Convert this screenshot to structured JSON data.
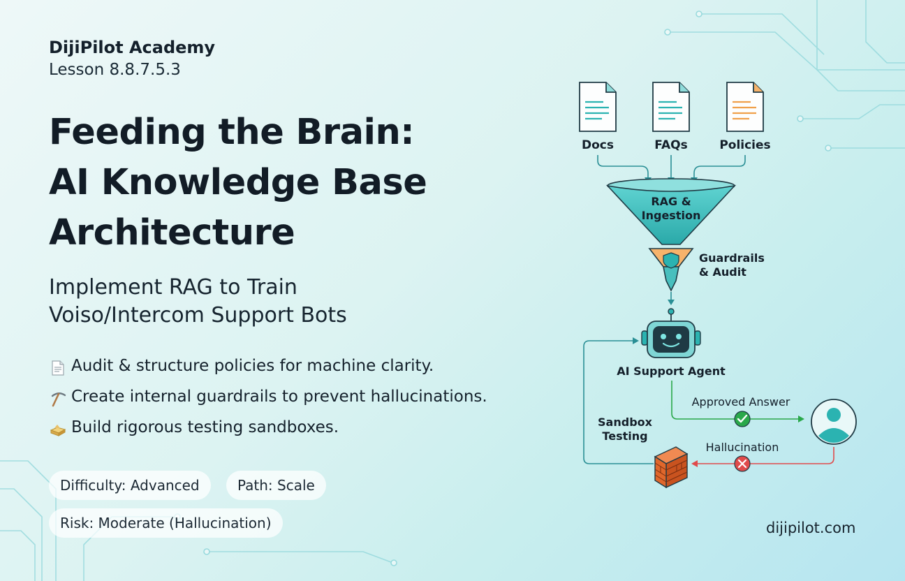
{
  "brand": "DijiPilot Academy",
  "lesson": "Lesson 8.8.7.5.3",
  "title_lines": [
    "Feeding the Brain:",
    "AI Knowledge Base",
    "Architecture"
  ],
  "subtitle_lines": [
    "Implement RAG to Train",
    "Voiso/Intercom Support Bots"
  ],
  "bullets": [
    {
      "icon": "document-icon",
      "text": "Audit & structure policies for machine clarity."
    },
    {
      "icon": "pickaxe-icon",
      "text": "Create internal guardrails to prevent hallucinations."
    },
    {
      "icon": "sandbox-icon",
      "text": "Build rigorous testing sandboxes."
    }
  ],
  "pills": [
    "Difficulty: Advanced",
    "Path: Scale",
    "Risk: Moderate (Hallucination)"
  ],
  "website": "dijipilot.com",
  "diagram": {
    "sources": [
      "Docs",
      "FAQs",
      "Policies"
    ],
    "funnel_label_lines": [
      "RAG &",
      "Ingestion"
    ],
    "guardrails_lines": [
      "Guardrails",
      "& Audit"
    ],
    "agent_label": "AI Support Agent",
    "approved_label": "Approved Answer",
    "hallucination_label": "Hallucination",
    "sandbox_lines": [
      "Sandbox",
      "Testing"
    ]
  },
  "colors": {
    "accent_teal": "#2bb3b1",
    "approved_green": "#2aa84a",
    "hallucination_red": "#e04b4b",
    "brick_orange": "#e0672b",
    "shield_orange": "#f0a04a"
  }
}
